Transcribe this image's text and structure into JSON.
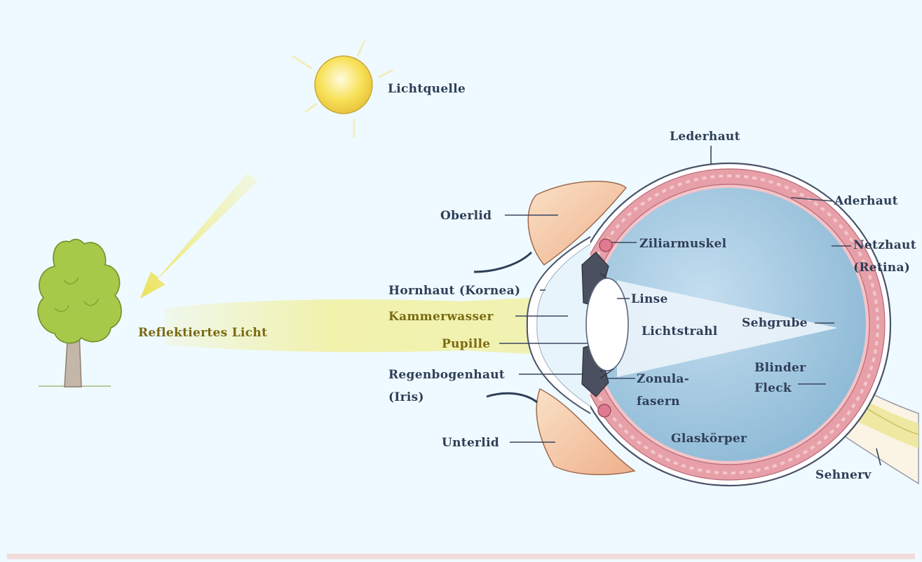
{
  "labels": {
    "lichtquelle": "Lichtquelle",
    "lederhaut": "Lederhaut",
    "aderhaut": "Aderhaut",
    "netzhaut": "Netzhaut",
    "retina": "(Retina)",
    "oberlid": "Oberlid",
    "ziliarmuskel": "Ziliarmuskel",
    "hornhaut": "Hornhaut (Kornea)",
    "linse": "Linse",
    "kammerwasser": "Kammerwasser",
    "lichtstrahl": "Lichtstrahl",
    "sehgrube": "Sehgrube",
    "reflektiertes_licht": "Reflektiertes Licht",
    "pupille": "Pupille",
    "blinder": "Blinder",
    "fleck": "Fleck",
    "regenbogenhaut": "Regenbogenhaut",
    "iris": "(Iris)",
    "zonula": "Zonula-",
    "fasern": "fasern",
    "unterlid": "Unterlid",
    "glaskoerper": "Glaskörper",
    "sehnerv": "Sehnerv"
  },
  "colors": {
    "background": "#eefaff",
    "sclera": "#ffffff",
    "choroid": "#e8a0a8",
    "vitreous": "#9cc6e0",
    "light_beam": "#f2ee8c",
    "tree_foliage": "#a6c94a",
    "sun": "#f7e25a"
  }
}
